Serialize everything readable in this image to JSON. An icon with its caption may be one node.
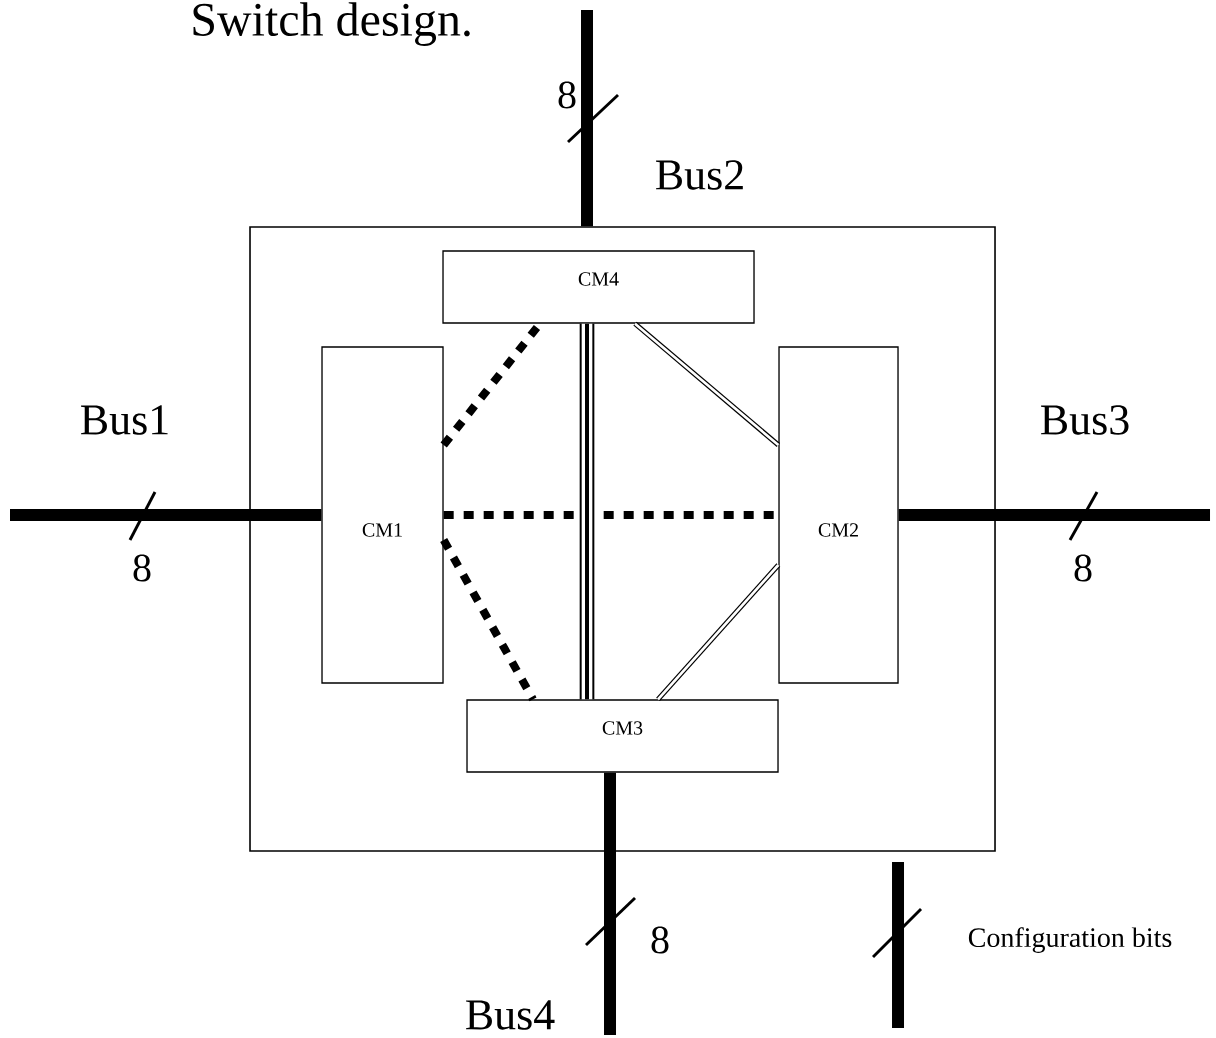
{
  "diagram": {
    "title": "Switch design.",
    "nodes": [
      {
        "text": [],
        "shape": "box"
      },
      {
        "text": [
          "CM4"
        ],
        "in": 0
      },
      {
        "text": [
          "CM1"
        ],
        "in": 0
      },
      {
        "text": [
          "CM2"
        ],
        "in": 0
      },
      {
        "text": [
          "CM3"
        ],
        "in": 0
      }
    ],
    "edges": [
      {
        "from": null,
        "to": 2,
        "arrow": "none",
        "label": "Bus1"
      },
      {
        "from": null,
        "to": 0,
        "arrow": "none",
        "label": "Bus2"
      },
      {
        "from": 3,
        "to": null,
        "arrow": "none",
        "label": "Bus3"
      },
      {
        "from": 4,
        "to": null,
        "arrow": "none",
        "label": "Bus4"
      },
      {
        "from": 2,
        "to": 1,
        "arrow": "none",
        "style": "dashed"
      },
      {
        "from": 2,
        "to": 3,
        "arrow": "none",
        "style": "dashed"
      },
      {
        "from": 2,
        "to": 4,
        "arrow": "none",
        "style": "dashed"
      },
      {
        "from": 1,
        "to": 4,
        "arrow": "none",
        "style": "thick"
      },
      {
        "from": 1,
        "to": 3,
        "arrow": "none"
      },
      {
        "from": 3,
        "to": 4,
        "arrow": "none"
      }
    ],
    "labels": [
      "8",
      "8",
      "8",
      "8",
      "Configuration bits"
    ]
  }
}
